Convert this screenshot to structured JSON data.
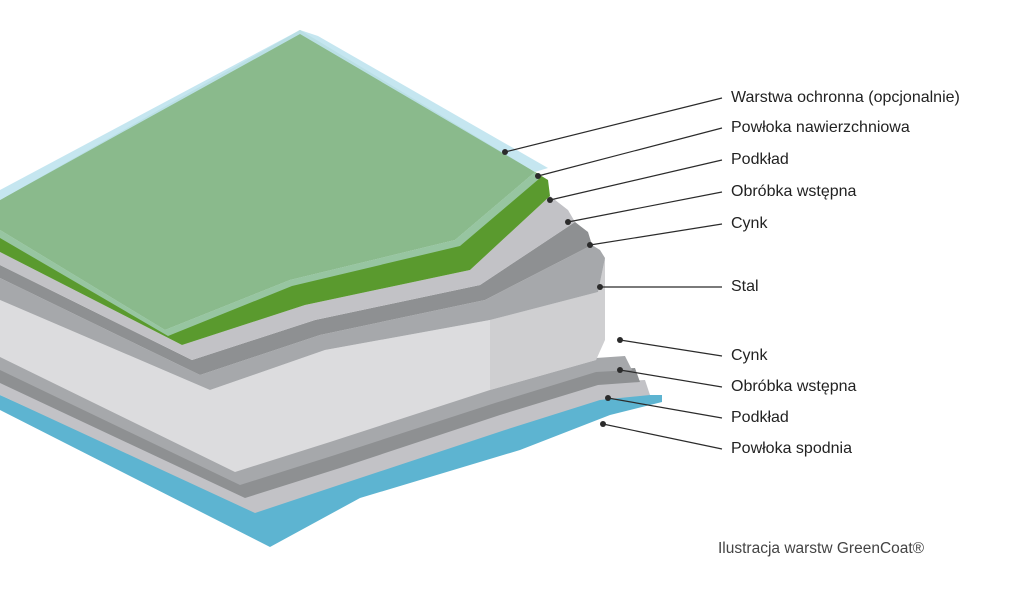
{
  "caption": "Ilustracja warstw GreenCoat®",
  "labels": [
    "Warstwa ochronna (opcjonalnie)",
    "Powłoka nawierzchniowa",
    "Podkład",
    "Obróbka wstępna",
    "Cynk",
    "Stal",
    "Cynk",
    "Obróbka wstępna",
    "Podkład",
    "Powłoka spodnia"
  ],
  "colors": {
    "protective": "#bfe3ee",
    "topcoat": "#5a9a2e",
    "topcoat_face": "#8aba8c",
    "primer": "#c2c2c6",
    "pretreatment": "#8e9092",
    "zinc": "#a6a8ab",
    "steel": "#dcdcde",
    "backcoat": "#5db4d1"
  }
}
